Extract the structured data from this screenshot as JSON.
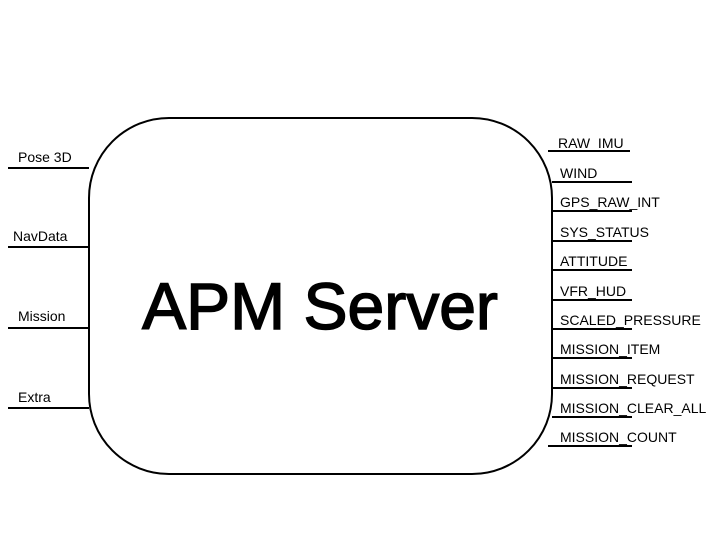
{
  "diagram": {
    "title": "APM Server",
    "left_ports": [
      "Pose 3D",
      "NavData",
      "Mission",
      "Extra"
    ],
    "right_ports": [
      "RAW_IMU",
      "WIND",
      "GPS_RAW_INT",
      "SYS_STATUS",
      "ATTITUDE",
      "VFR_HUD",
      "SCALED_PRESSURE",
      "MISSION_ITEM",
      "MISSION_REQUEST",
      "MISSION_CLEAR_ALL",
      "MISSION_COUNT"
    ]
  }
}
